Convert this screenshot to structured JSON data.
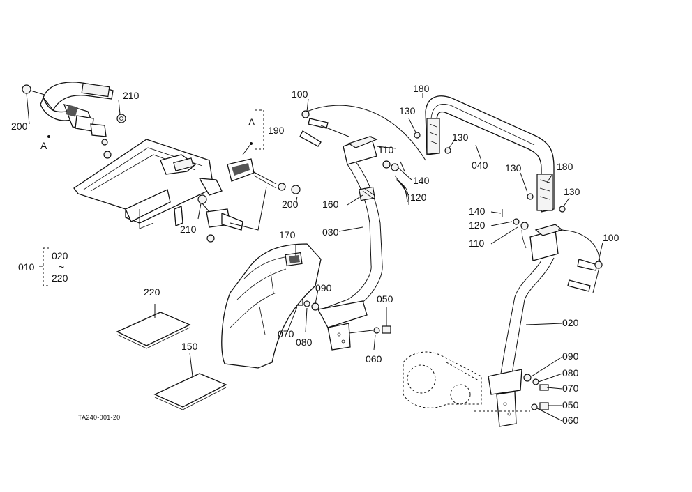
{
  "diagram": {
    "drawing_code": "TA240-001-20",
    "labels": {
      "p200a": "200",
      "p210a": "210",
      "pA1": "A",
      "pA2": "A",
      "p190": "190",
      "p200b": "200",
      "p210b": "210",
      "p010": "010",
      "p020a": "020",
      "ptilde": "~",
      "p220a": "220",
      "p100a": "100",
      "p110a": "110",
      "p140a": "140",
      "p120a": "120",
      "p160": "160",
      "p030": "030",
      "p170": "170",
      "p090a": "090",
      "p070a": "070",
      "p080a": "080",
      "p050a": "050",
      "p060a": "060",
      "p220b": "220",
      "p150": "150",
      "p180a": "180",
      "p130a": "130",
      "p130b": "130",
      "p040": "040",
      "p130c": "130",
      "p180b": "180",
      "p130d": "130",
      "p140b": "140",
      "p120b": "120",
      "p110b": "110",
      "p100b": "100",
      "p020b": "020",
      "p090b": "090",
      "p080b": "080",
      "p070b": "070",
      "p050b": "050",
      "p060b": "060"
    }
  }
}
